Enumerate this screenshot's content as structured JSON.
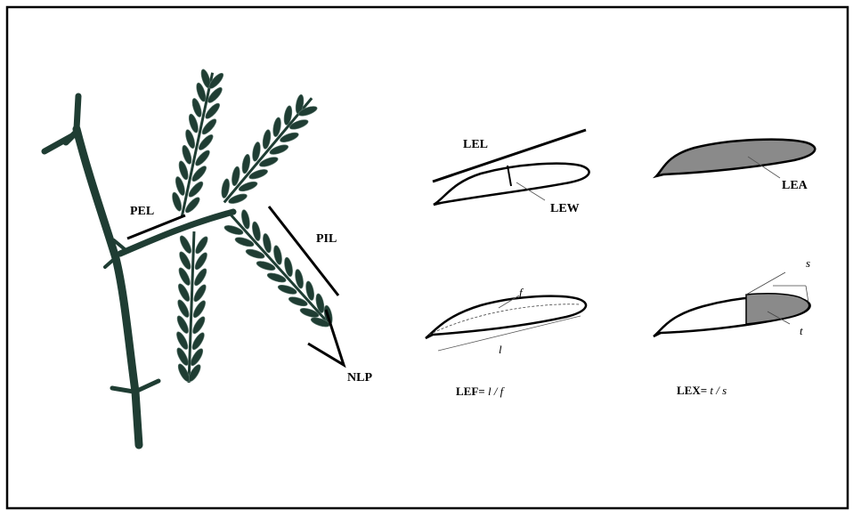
{
  "plant_labels": {
    "pel": "PEL",
    "pil": "PIL",
    "nlp": "NLP"
  },
  "leaflet_labels": {
    "lel": "LEL",
    "lew": "LEW",
    "lea": "LEA"
  },
  "curvature": {
    "f": "f",
    "l": "l",
    "formula_name": "LEF=",
    "formula_expr": "l / f"
  },
  "extremity": {
    "s": "s",
    "t": "t",
    "formula_name": "LEX=",
    "formula_expr": "t / s"
  },
  "colors": {
    "plant_green": "#1f3d33",
    "shaded_leaf": "#8a8a8a",
    "frame": "#000000"
  }
}
